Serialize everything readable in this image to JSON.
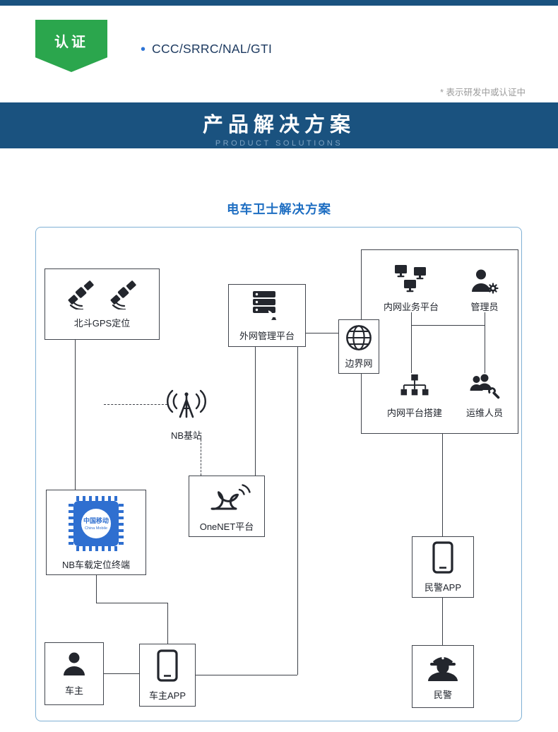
{
  "header": {
    "badge_label": "认证",
    "bullet": "•",
    "cert_text": "CCC/SRRC/NAL/GTI",
    "note": "* 表示研发中或认证中"
  },
  "banner": {
    "title": "产品解决方案",
    "subtitle": "PRODUCT SOLUTIONS"
  },
  "section": {
    "title": "电车卫士解决方案"
  },
  "diagram": {
    "nodes": {
      "gps": {
        "label": "北斗GPS定位"
      },
      "extranet_platform": {
        "label": "外网管理平台"
      },
      "border_network": {
        "label": "边界网"
      },
      "intranet_business": {
        "label": "内网业务平台"
      },
      "admin": {
        "label": "管理员"
      },
      "intranet_build": {
        "label": "内网平台搭建"
      },
      "ops_staff": {
        "label": "运维人员"
      },
      "nb_station": {
        "label": "NB基站"
      },
      "onenet": {
        "label": "OneNET平台"
      },
      "nb_terminal": {
        "label": "NB车载定位终端",
        "chip_text_cn": "中国移动",
        "chip_text_en": "China Mobile"
      },
      "owner": {
        "label": "车主"
      },
      "owner_app": {
        "label": "车主APP"
      },
      "police_app": {
        "label": "民警APP"
      },
      "police": {
        "label": "民警"
      }
    }
  },
  "colors": {
    "accent_blue": "#1e6ec2",
    "banner_blue": "#1a527f",
    "badge_green": "#2ba64d",
    "chip_blue": "#2f6fd0",
    "line_dark": "#3c4047",
    "note_gray": "#9a9a9a",
    "diagram_border": "#7fb0d4"
  }
}
